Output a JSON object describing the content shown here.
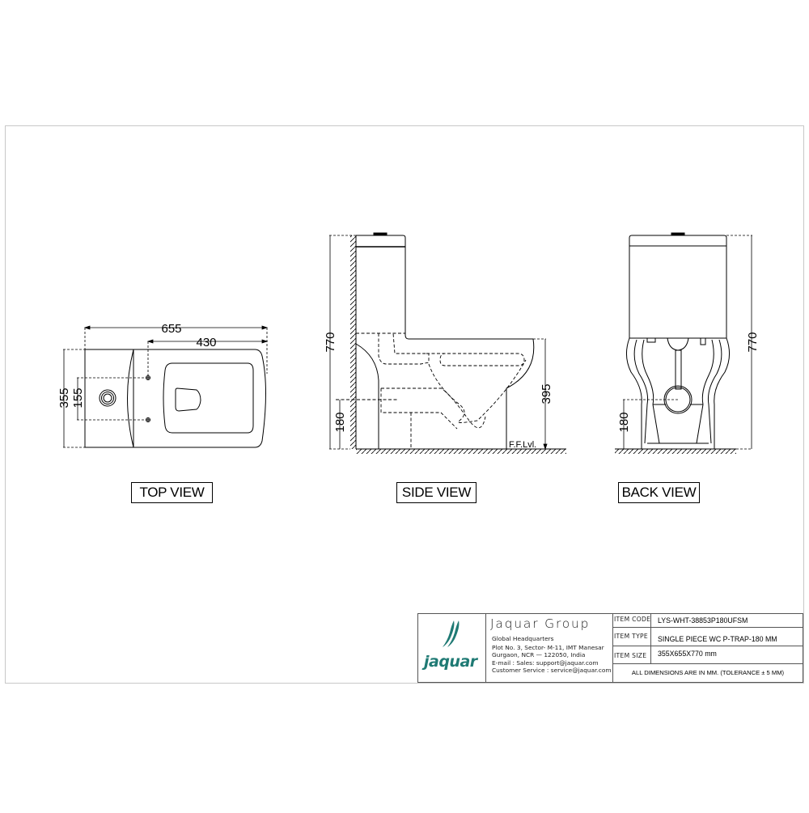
{
  "drawing": {
    "views": {
      "top": {
        "label": "TOP VIEW",
        "dimensions": {
          "overall_length": "655",
          "bowl_length": "430",
          "overall_width": "355",
          "fixing_hole_spacing": "155"
        }
      },
      "side": {
        "label": "SIDE VIEW",
        "dimensions": {
          "overall_height": "770",
          "seat_height": "395",
          "outlet_height": "180"
        },
        "floor_label": "F.F.Lvl."
      },
      "back": {
        "label": "BACK VIEW",
        "dimensions": {
          "overall_height": "770",
          "outlet_height": "180"
        }
      }
    }
  },
  "title_block": {
    "logo": {
      "brand": "jaquar",
      "color": "#1f7a74"
    },
    "company": "Jaquar Group",
    "address_lines": [
      "Global Headquarters",
      "Plot No. 3, Sector- M-11, IMT Manesar",
      "Gurgaon, NCR — 122050, India",
      "E-mail : Sales: support@jaquar.com",
      "Customer Service : service@jaquar.com"
    ],
    "fields": [
      {
        "label": "ITEM CODE",
        "value": "LYS-WHT-38853P180UFSM"
      },
      {
        "label": "ITEM TYPE",
        "value": "SINGLE PIECE WC P-TRAP-180 MM"
      },
      {
        "label": "ITEM SIZE",
        "value": "355X655X770 mm"
      }
    ],
    "note": "ALL DIMENSIONS ARE IN MM. (TOLERANCE ± 5 MM)"
  }
}
